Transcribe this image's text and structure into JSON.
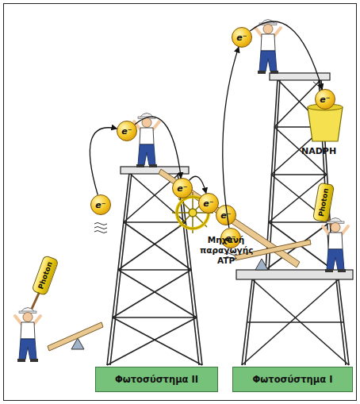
{
  "diagram": {
    "nodes": [
      {
        "text": [
          "Φωτοσύστημα II"
        ]
      },
      {
        "text": [
          "Φωτοσύστημα I"
        ]
      },
      {
        "text": [
          "e⁻"
        ]
      },
      {
        "text": [
          "e⁻"
        ]
      },
      {
        "text": [
          "e⁻"
        ]
      },
      {
        "text": [
          "e⁻"
        ]
      },
      {
        "text": [
          "e⁻"
        ]
      },
      {
        "text": [
          "e⁻"
        ]
      },
      {
        "text": [
          "e⁻"
        ]
      },
      {
        "text": [
          "e⁻"
        ]
      },
      {
        "text": [
          "Photon"
        ]
      },
      {
        "text": [
          "Photon"
        ]
      }
    ],
    "edges": [
      {
        "from": 2,
        "to": 3,
        "arrow": "to"
      },
      {
        "from": 3,
        "to": 4,
        "arrow": "to"
      },
      {
        "from": 4,
        "to": 5,
        "arrow": "to"
      },
      {
        "from": 7,
        "to": 8,
        "arrow": "to"
      },
      {
        "from": 8,
        "to": 9,
        "arrow": "to"
      }
    ],
    "labels": [
      "Μηχανή παραγωγής ATP",
      "NADPH"
    ]
  }
}
